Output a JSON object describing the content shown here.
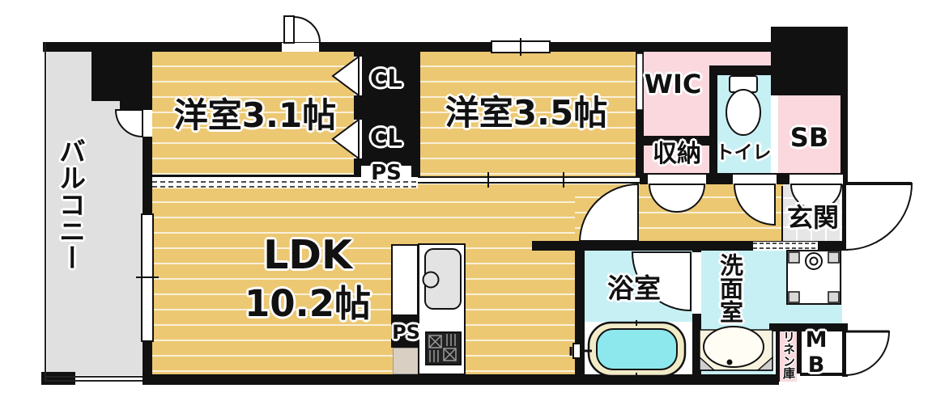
{
  "title": "間取り図",
  "rooms": {
    "balcony": "バルコニー",
    "bedroom1": "洋室3.1帖",
    "bedroom2": "洋室3.5帖",
    "closet1": "CL",
    "closet2": "CL",
    "ps_upper": "PS",
    "wic": "WIC",
    "storage": "収納",
    "toilet": "トイレ",
    "shoe_box": "SB",
    "entrance": "玄関",
    "ldk_line1": "LDK",
    "ldk_line2": "10.2帖",
    "ps_kitchen": "PS",
    "bathroom": "浴室",
    "washroom": "洗面室",
    "linen": "リネン庫",
    "meter_box": "MB"
  },
  "icons": {
    "toilet_fixture": "toilet-icon",
    "bathtub_fixture": "bathtub-icon",
    "vanity_fixture": "sink-vanity-icon",
    "washer_pan_fixture": "washing-machine-pan-icon",
    "kitchen_sink_fixture": "kitchen-sink-icon",
    "stove_fixture": "stove-icon"
  },
  "colors": {
    "wall": "#111111",
    "floor_wood": "#ecc873",
    "floor_stripe": "#f7e7b5",
    "pink": "#fad8dd",
    "cyan": "#c7f0f5",
    "water": "#8de8ee",
    "balcony_gray": "#e0e0e0",
    "tile_gray": "#e6e6e6",
    "tub_rim": "#f2ebc8",
    "cabinet_beige": "#d9cfc2",
    "counter_cream": "#f8f3df",
    "sink_gray": "#e3e3e3",
    "stove_dark": "#222222"
  }
}
